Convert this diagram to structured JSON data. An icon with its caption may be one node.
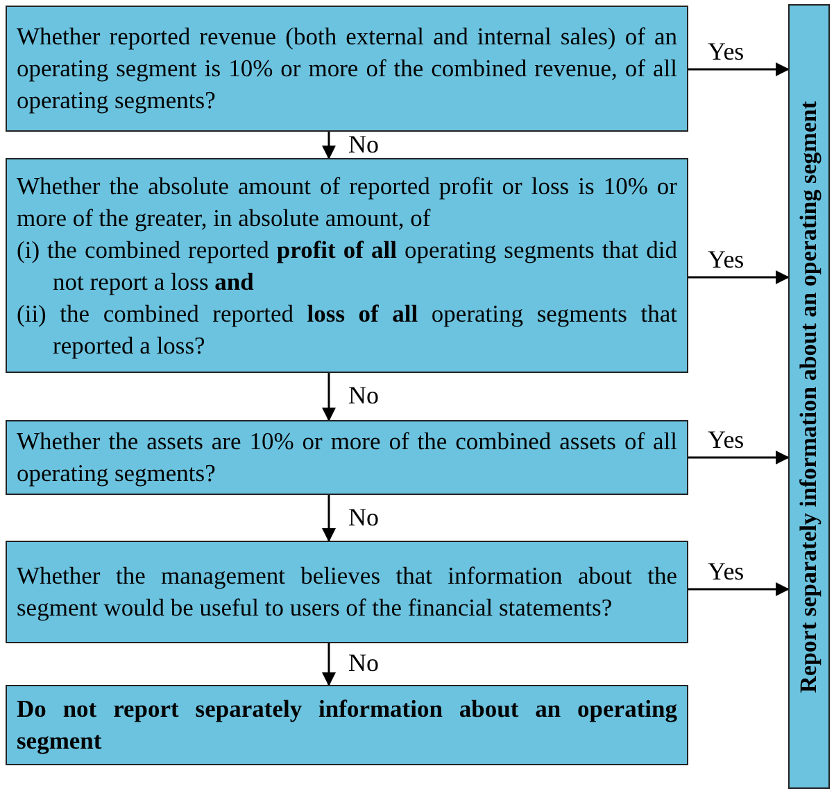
{
  "diagram": {
    "nodes": [
      {
        "text": [
          "Whether reported revenue (both external and internal sales) of an operating segment is 10% or more of the combined revenue, of all operating segments?"
        ]
      },
      {
        "text": [
          "Whether the absolute amount of reported profit or loss is 10% or more of the greater, in absolute amount, of",
          "(i) the combined reported **profit of all** operating segments that did not report a loss **and**",
          "(ii) the combined reported **loss of all** operating segments that reported a loss?"
        ]
      },
      {
        "text": [
          "Whether the assets are 10% or more of the combined assets of all operating segments?"
        ]
      },
      {
        "text": [
          "Whether the management believes that information about the segment would be useful to users of the financial statements?"
        ]
      },
      {
        "text": [
          "Do not report separately information about an operating segment"
        ]
      },
      {
        "text": [
          "Report separately information about an operating segment"
        ]
      }
    ],
    "edges": [
      {
        "from": 0,
        "to": 5,
        "arrow": "to",
        "label": "Yes"
      },
      {
        "from": 0,
        "to": 1,
        "arrow": "to",
        "label": "No"
      },
      {
        "from": 1,
        "to": 5,
        "arrow": "to",
        "label": "Yes"
      },
      {
        "from": 1,
        "to": 2,
        "arrow": "to",
        "label": "No"
      },
      {
        "from": 2,
        "to": 5,
        "arrow": "to",
        "label": "Yes"
      },
      {
        "from": 2,
        "to": 3,
        "arrow": "to",
        "label": "No"
      },
      {
        "from": 3,
        "to": 5,
        "arrow": "to",
        "label": "Yes"
      },
      {
        "from": 3,
        "to": 4,
        "arrow": "to",
        "label": "No"
      }
    ]
  }
}
